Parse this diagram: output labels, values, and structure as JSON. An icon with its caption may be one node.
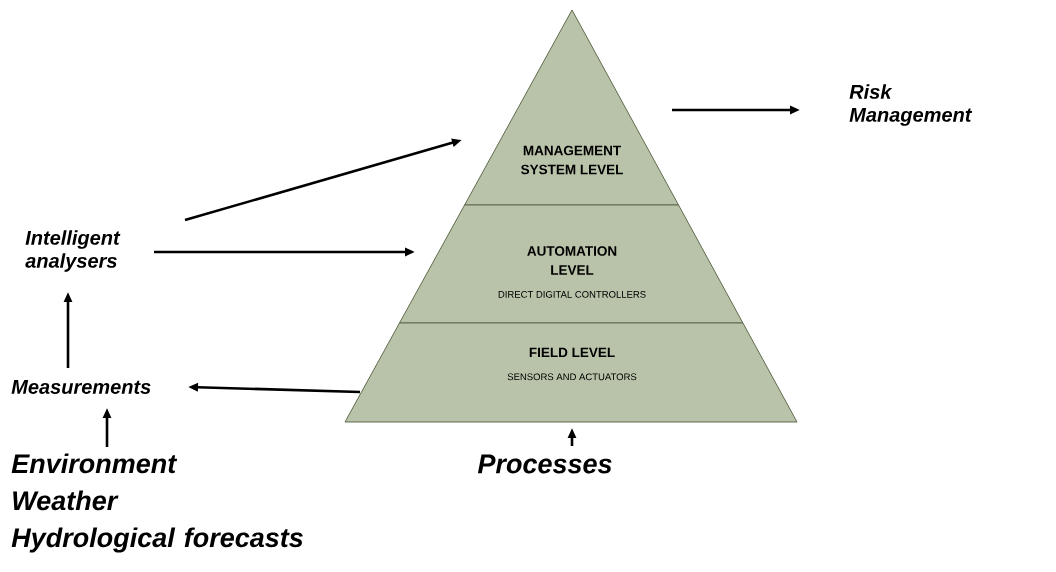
{
  "diagram": {
    "nodes": [
      {
        "text": [
          "MANAGEMENT SYSTEM LEVEL"
        ]
      },
      {
        "text": [
          "AUTOMATION LEVEL",
          "DIRECT DIGITAL CONTROLLERS"
        ]
      },
      {
        "text": [
          "FIELD LEVEL",
          "SENSORS AND ACTUATORS"
        ]
      },
      {
        "text": [
          "Intelligent analysers"
        ]
      },
      {
        "text": [
          "Measurements"
        ]
      },
      {
        "text": [
          "Environment",
          "Weather",
          "Hydrological forecasts"
        ]
      },
      {
        "text": [
          "Processes"
        ]
      },
      {
        "text": [
          "Risk Management"
        ]
      }
    ],
    "edges": [
      {
        "from": 3,
        "to": 0,
        "arrow": "to"
      },
      {
        "from": 3,
        "to": 1,
        "arrow": "to"
      },
      {
        "from": 2,
        "to": 4,
        "arrow": "to"
      },
      {
        "from": 4,
        "to": 3,
        "arrow": "to"
      },
      {
        "from": 5,
        "to": 4,
        "arrow": "to"
      },
      {
        "from": 6,
        "to": 2,
        "arrow": "to"
      },
      {
        "from": 0,
        "to": 7,
        "arrow": "to"
      }
    ]
  }
}
